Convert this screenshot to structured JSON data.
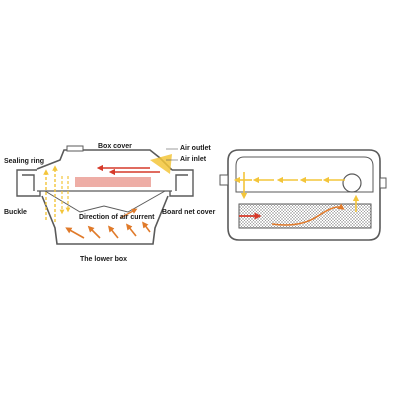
{
  "labels": {
    "box_cover": "Box cover",
    "air_outlet": "Air outlet",
    "air_inlet": "Air inlet",
    "sealing_ring": "Sealing ring",
    "buckle": "Buckle",
    "direction_of_air_current": "Direction of air current",
    "board_net_cover": "Board net cover",
    "lower_box": "The lower box"
  },
  "colors": {
    "outline": "#5a5a5a",
    "heater_red": "#d94a3a",
    "arrow_yellow": "#f3c53a",
    "arrow_orange": "#e07a2a",
    "arrow_red": "#d63a2a",
    "mesh": "#9a9a9a"
  }
}
